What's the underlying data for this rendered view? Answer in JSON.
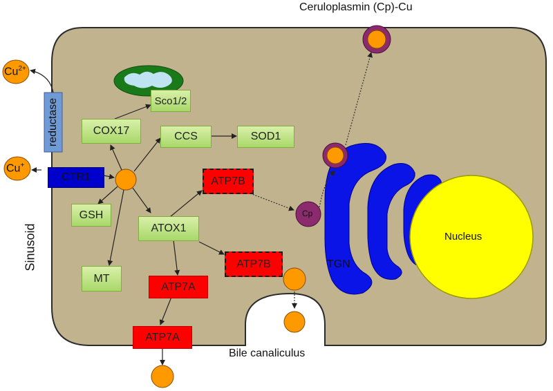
{
  "title": "Ceruloplasmin (Cp)-Cu",
  "ions": {
    "cu2": "Cu",
    "cu2_sup": "2+",
    "cu1": "Cu",
    "cu1_sup": "+"
  },
  "labels": {
    "reductase": "reductase",
    "sinusoid": "Sinusoid",
    "bile": "Bile canaliculus",
    "nucleus": "Nucleus",
    "tgn": "TGN",
    "cp": "Cp"
  },
  "boxes": {
    "sco": "Sco1/2",
    "cox17": "COX17",
    "ccs": "CCS",
    "sod1": "SOD1",
    "ctr1": "CTR1",
    "atp7b_top": "ATP7B",
    "gsh": "GSH",
    "atox1": "ATOX1",
    "atp7b_mid": "ATP7B",
    "mt": "MT",
    "atp7a_top": "ATP7A",
    "atp7a_bottom": "ATP7A"
  },
  "colors": {
    "cell": "#c2b38f",
    "copper": "#ff9900",
    "green_box": "#b5dd7a",
    "red_box": "#ff0000",
    "blue": "#0000cc",
    "cp": "#8b2b6e",
    "nucleus": "#ffff00",
    "mito": "#1a7a1a"
  }
}
